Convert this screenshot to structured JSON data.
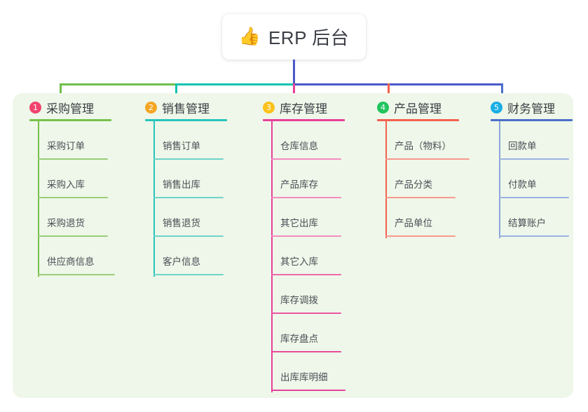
{
  "root": {
    "emoji": "👍",
    "emoji_name": "thumbs-up-icon",
    "title": "ERP 后台"
  },
  "colors": {
    "page_background": "#ffffff",
    "board_background": "#eef7e9",
    "text": "#3b3f45",
    "item_text": "#4a4f57",
    "stem": "#4a57c8",
    "bus_left_green": "#6fbf4a",
    "bus_mid_teal": "#0fc2b0",
    "bus_right_indigo": "#4a57c8"
  },
  "columns": [
    {
      "index": "1",
      "title": "采购管理",
      "badge_color": "#f0436e",
      "line_color": "#77c24a",
      "drop_color": "#77c24a",
      "items": [
        {
          "label": "采购订单"
        },
        {
          "label": "采购入库"
        },
        {
          "label": "采购退货"
        },
        {
          "label": "供应商信息"
        }
      ]
    },
    {
      "index": "2",
      "title": "销售管理",
      "badge_color": "#f5a623",
      "line_color": "#25c5bb",
      "drop_color": "#25c5bb",
      "items": [
        {
          "label": "销售订单"
        },
        {
          "label": "销售出库"
        },
        {
          "label": "销售退货"
        },
        {
          "label": "客户信息"
        }
      ]
    },
    {
      "index": "3",
      "title": "库存管理",
      "badge_color": "#fcc21b",
      "line_color": "#e8409a",
      "drop_color": "#e8409a",
      "items": [
        {
          "label": "仓库信息"
        },
        {
          "label": "产品库存"
        },
        {
          "label": "其它出库"
        },
        {
          "label": "其它入库"
        },
        {
          "label": "库存调拨"
        },
        {
          "label": "库存盘点"
        },
        {
          "label": "出库库明细"
        }
      ]
    },
    {
      "index": "4",
      "title": "产品管理",
      "badge_color": "#22c55e",
      "line_color": "#f4604f",
      "drop_color": "#f4604f",
      "items": [
        {
          "label": "产品（物料）"
        },
        {
          "label": "产品分类"
        },
        {
          "label": "产品单位"
        }
      ]
    },
    {
      "index": "5",
      "title": "财务管理",
      "badge_color": "#1aaee5",
      "line_color": "#4a6fc8",
      "drop_color": "#4a6fc8",
      "items": [
        {
          "label": "回款单"
        },
        {
          "label": "付款单"
        },
        {
          "label": "结算账户"
        }
      ]
    }
  ]
}
